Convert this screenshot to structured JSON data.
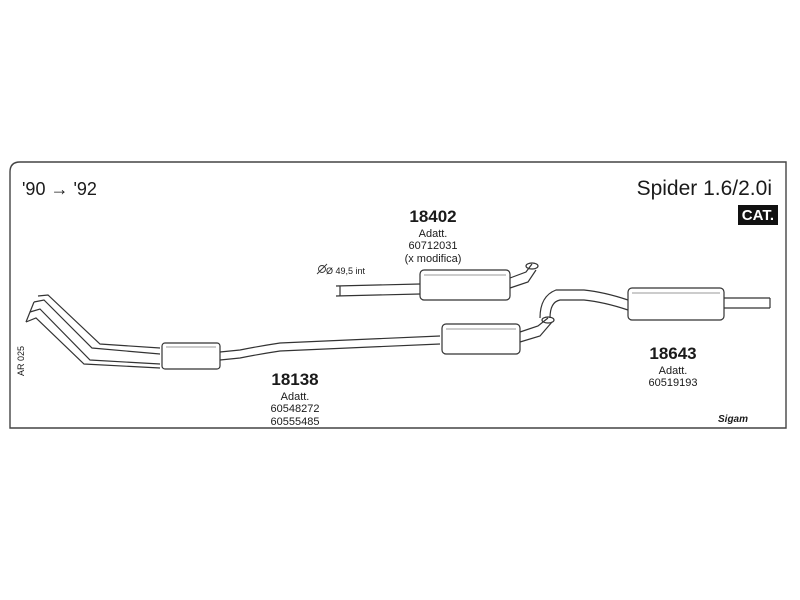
{
  "header": {
    "years": "'90 → '92",
    "model": "Spider 1.6/2.0i",
    "badge": "CAT."
  },
  "parts": [
    {
      "number": "18402",
      "adapt_label": "Adatt.",
      "refs": [
        "60712031",
        "(x modifica)"
      ]
    },
    {
      "number": "18138",
      "adapt_label": "Adatt.",
      "refs": [
        "60548272",
        "60555485"
      ]
    },
    {
      "number": "18643",
      "adapt_label": "Adatt.",
      "refs": [
        "60519193"
      ]
    }
  ],
  "pipe_diameter": "Ø 49,5 int",
  "catalog_code": "AR 025",
  "brand": "Sigam"
}
